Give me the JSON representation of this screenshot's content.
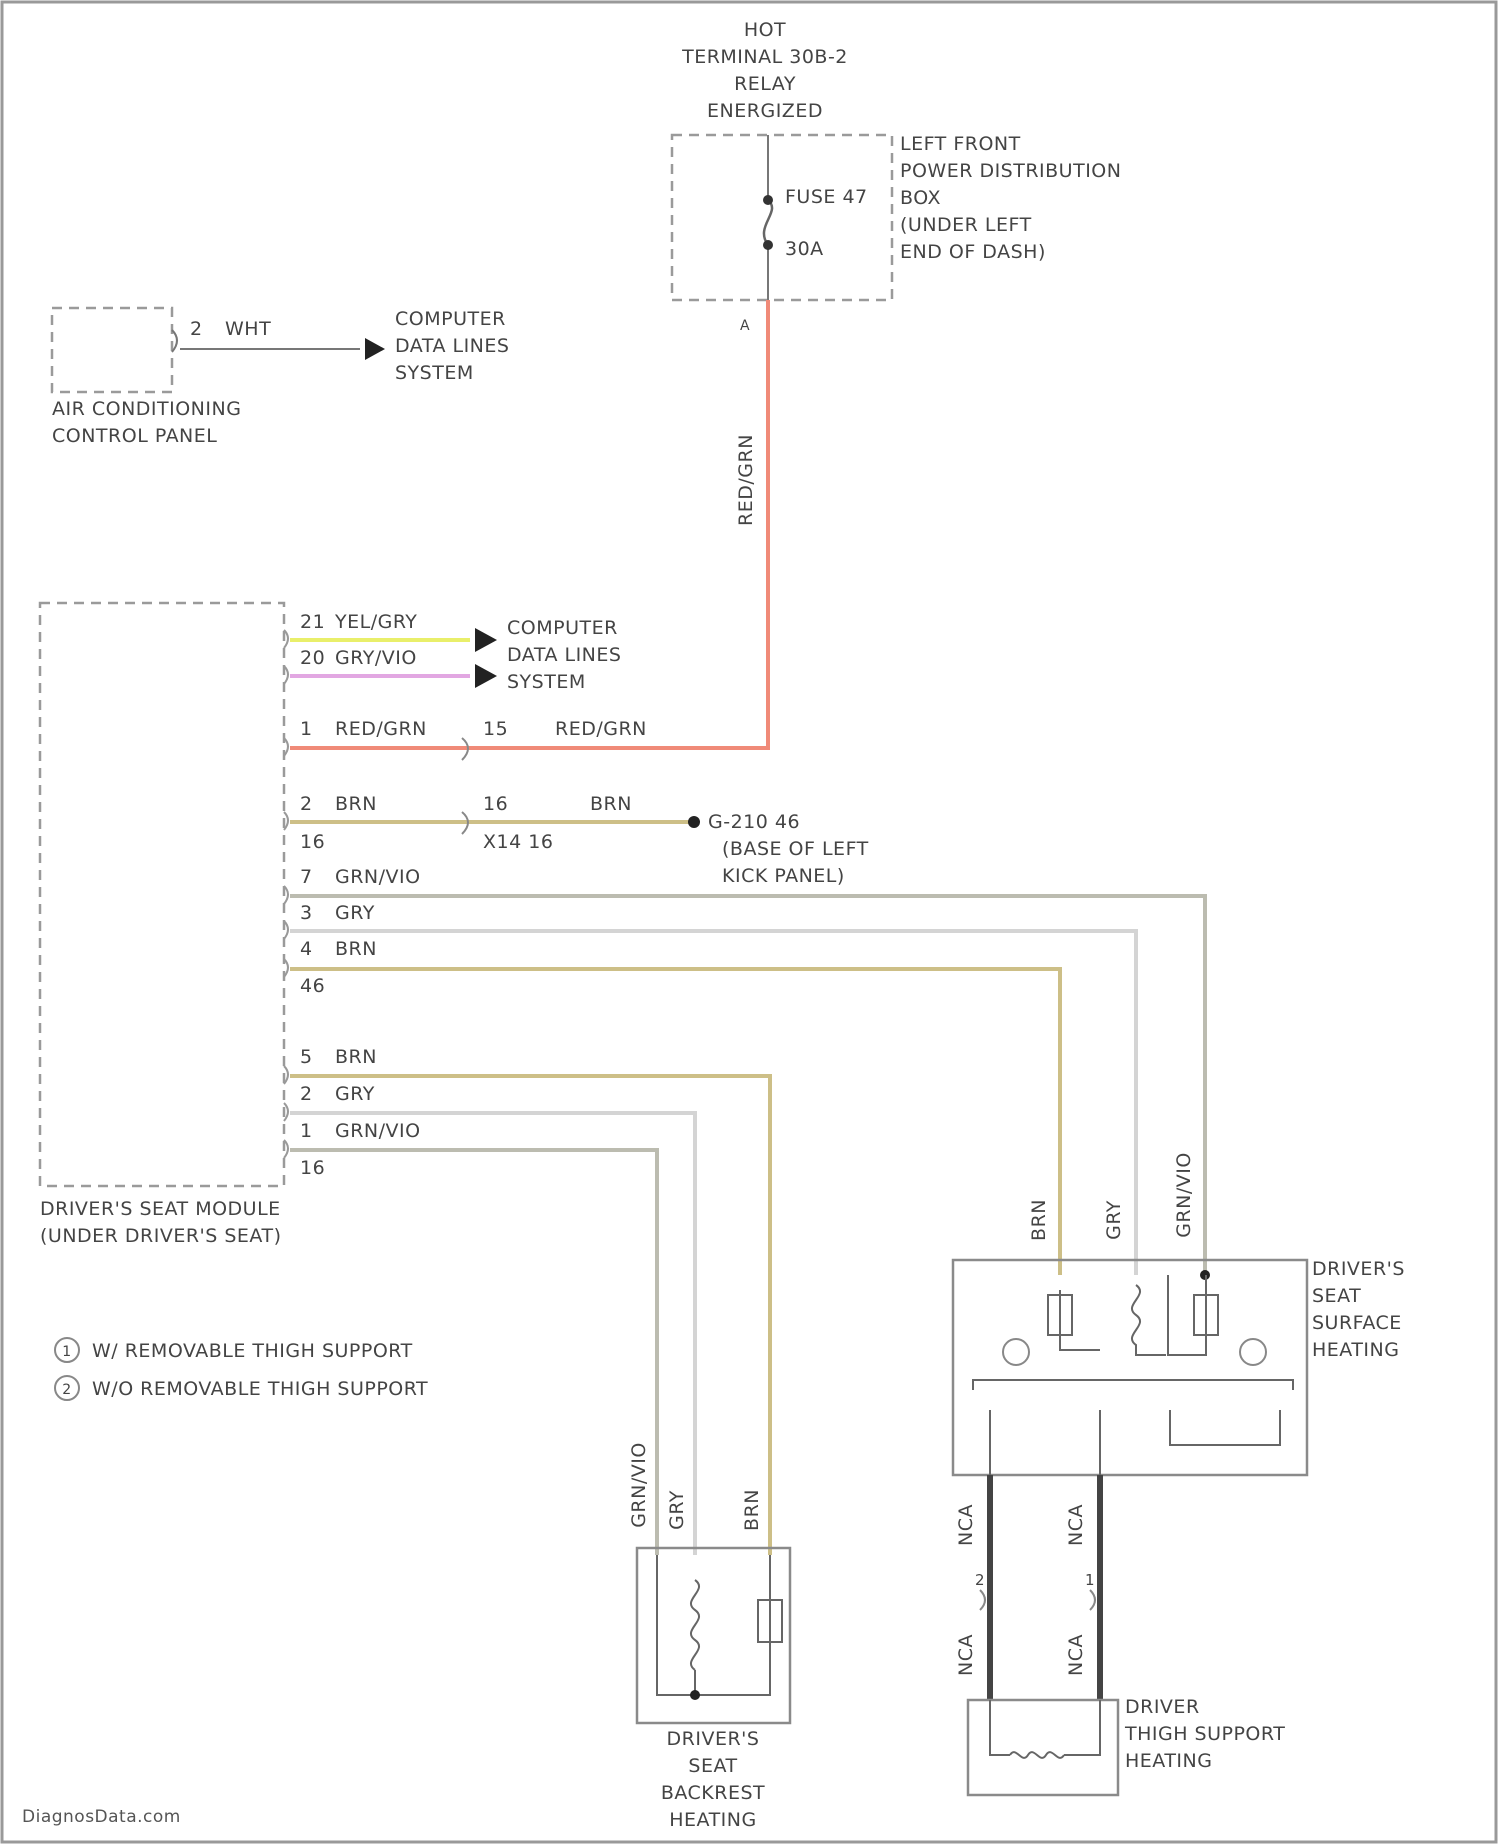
{
  "colors": {
    "red_grn": "#f08a78",
    "yel_gry": "#e9ef6a",
    "gry_vio": "#e2a7e2",
    "brn": "#cdbf87",
    "gry": "#c8c8c8",
    "grn_vio": "#bcbcb0",
    "outline": "#8a8a8a",
    "text": "#444444"
  },
  "power": {
    "hot_lines": [
      "HOT",
      "TERMINAL 30B-2",
      "RELAY",
      "ENERGIZED"
    ],
    "pdb_lines": [
      "LEFT FRONT",
      "POWER DISTRIBUTION",
      "BOX",
      "(UNDER LEFT",
      "END OF DASH)"
    ],
    "fuse_name": "FUSE 47",
    "fuse_rating": "30A",
    "pin": "A",
    "wire_color": "RED/GRN"
  },
  "ac_panel": {
    "label_lines": [
      "AIR CONDITIONING",
      "CONTROL PANEL"
    ],
    "pin": "2",
    "wire_color": "WHT",
    "dest_lines": [
      "COMPUTER",
      "DATA LINES",
      "SYSTEM"
    ]
  },
  "seat_module": {
    "label_lines": [
      "DRIVER'S SEAT MODULE",
      "(UNDER DRIVER'S SEAT)"
    ],
    "data_dest_lines": [
      "COMPUTER",
      "DATA LINES",
      "SYSTEM"
    ],
    "wires": [
      {
        "pin": "21",
        "color": "YEL/GRY"
      },
      {
        "pin": "20",
        "color": "GRY/VIO"
      },
      {
        "pin": "1",
        "color": "RED/GRN",
        "splice_pin": "15",
        "splice_color": "RED/GRN"
      },
      {
        "pin": "2",
        "color": "BRN",
        "connector": "16",
        "splice_pin": "16",
        "splice_color": "BRN",
        "splice_connector": "X14  16"
      },
      {
        "pin": "7",
        "color": "GRN/VIO"
      },
      {
        "pin": "3",
        "color": "GRY"
      },
      {
        "pin": "4",
        "color": "BRN",
        "connector": "46"
      },
      {
        "pin": "5",
        "color": "BRN"
      },
      {
        "pin": "2",
        "color": "GRY"
      },
      {
        "pin": "1",
        "color": "GRN/VIO",
        "connector": "16"
      }
    ]
  },
  "ground": {
    "name": "G-210  46",
    "location_lines": [
      "(BASE OF LEFT",
      "KICK PANEL)"
    ]
  },
  "legend": {
    "items": [
      {
        "symbol": "1",
        "text": "W/ REMOVABLE THIGH SUPPORT"
      },
      {
        "symbol": "2",
        "text": "W/O REMOVABLE THIGH SUPPORT"
      }
    ]
  },
  "surface_heating": {
    "label_lines": [
      "DRIVER'S",
      "SEAT",
      "SURFACE",
      "HEATING"
    ],
    "wire_labels": [
      "BRN",
      "GRY",
      "GRN/VIO"
    ],
    "sub_wire_labels": [
      "NCA",
      "NCA",
      "NCA",
      "NCA"
    ],
    "sub_pins": [
      "2",
      "1"
    ]
  },
  "backrest_heating": {
    "label_lines": [
      "DRIVER'S",
      "SEAT",
      "BACKREST",
      "HEATING"
    ],
    "wire_labels": [
      "GRN/VIO",
      "GRY",
      "BRN"
    ]
  },
  "thigh_heating": {
    "label_lines": [
      "DRIVER",
      "THIGH SUPPORT",
      "HEATING"
    ]
  },
  "watermark": "DiagnosData.com"
}
